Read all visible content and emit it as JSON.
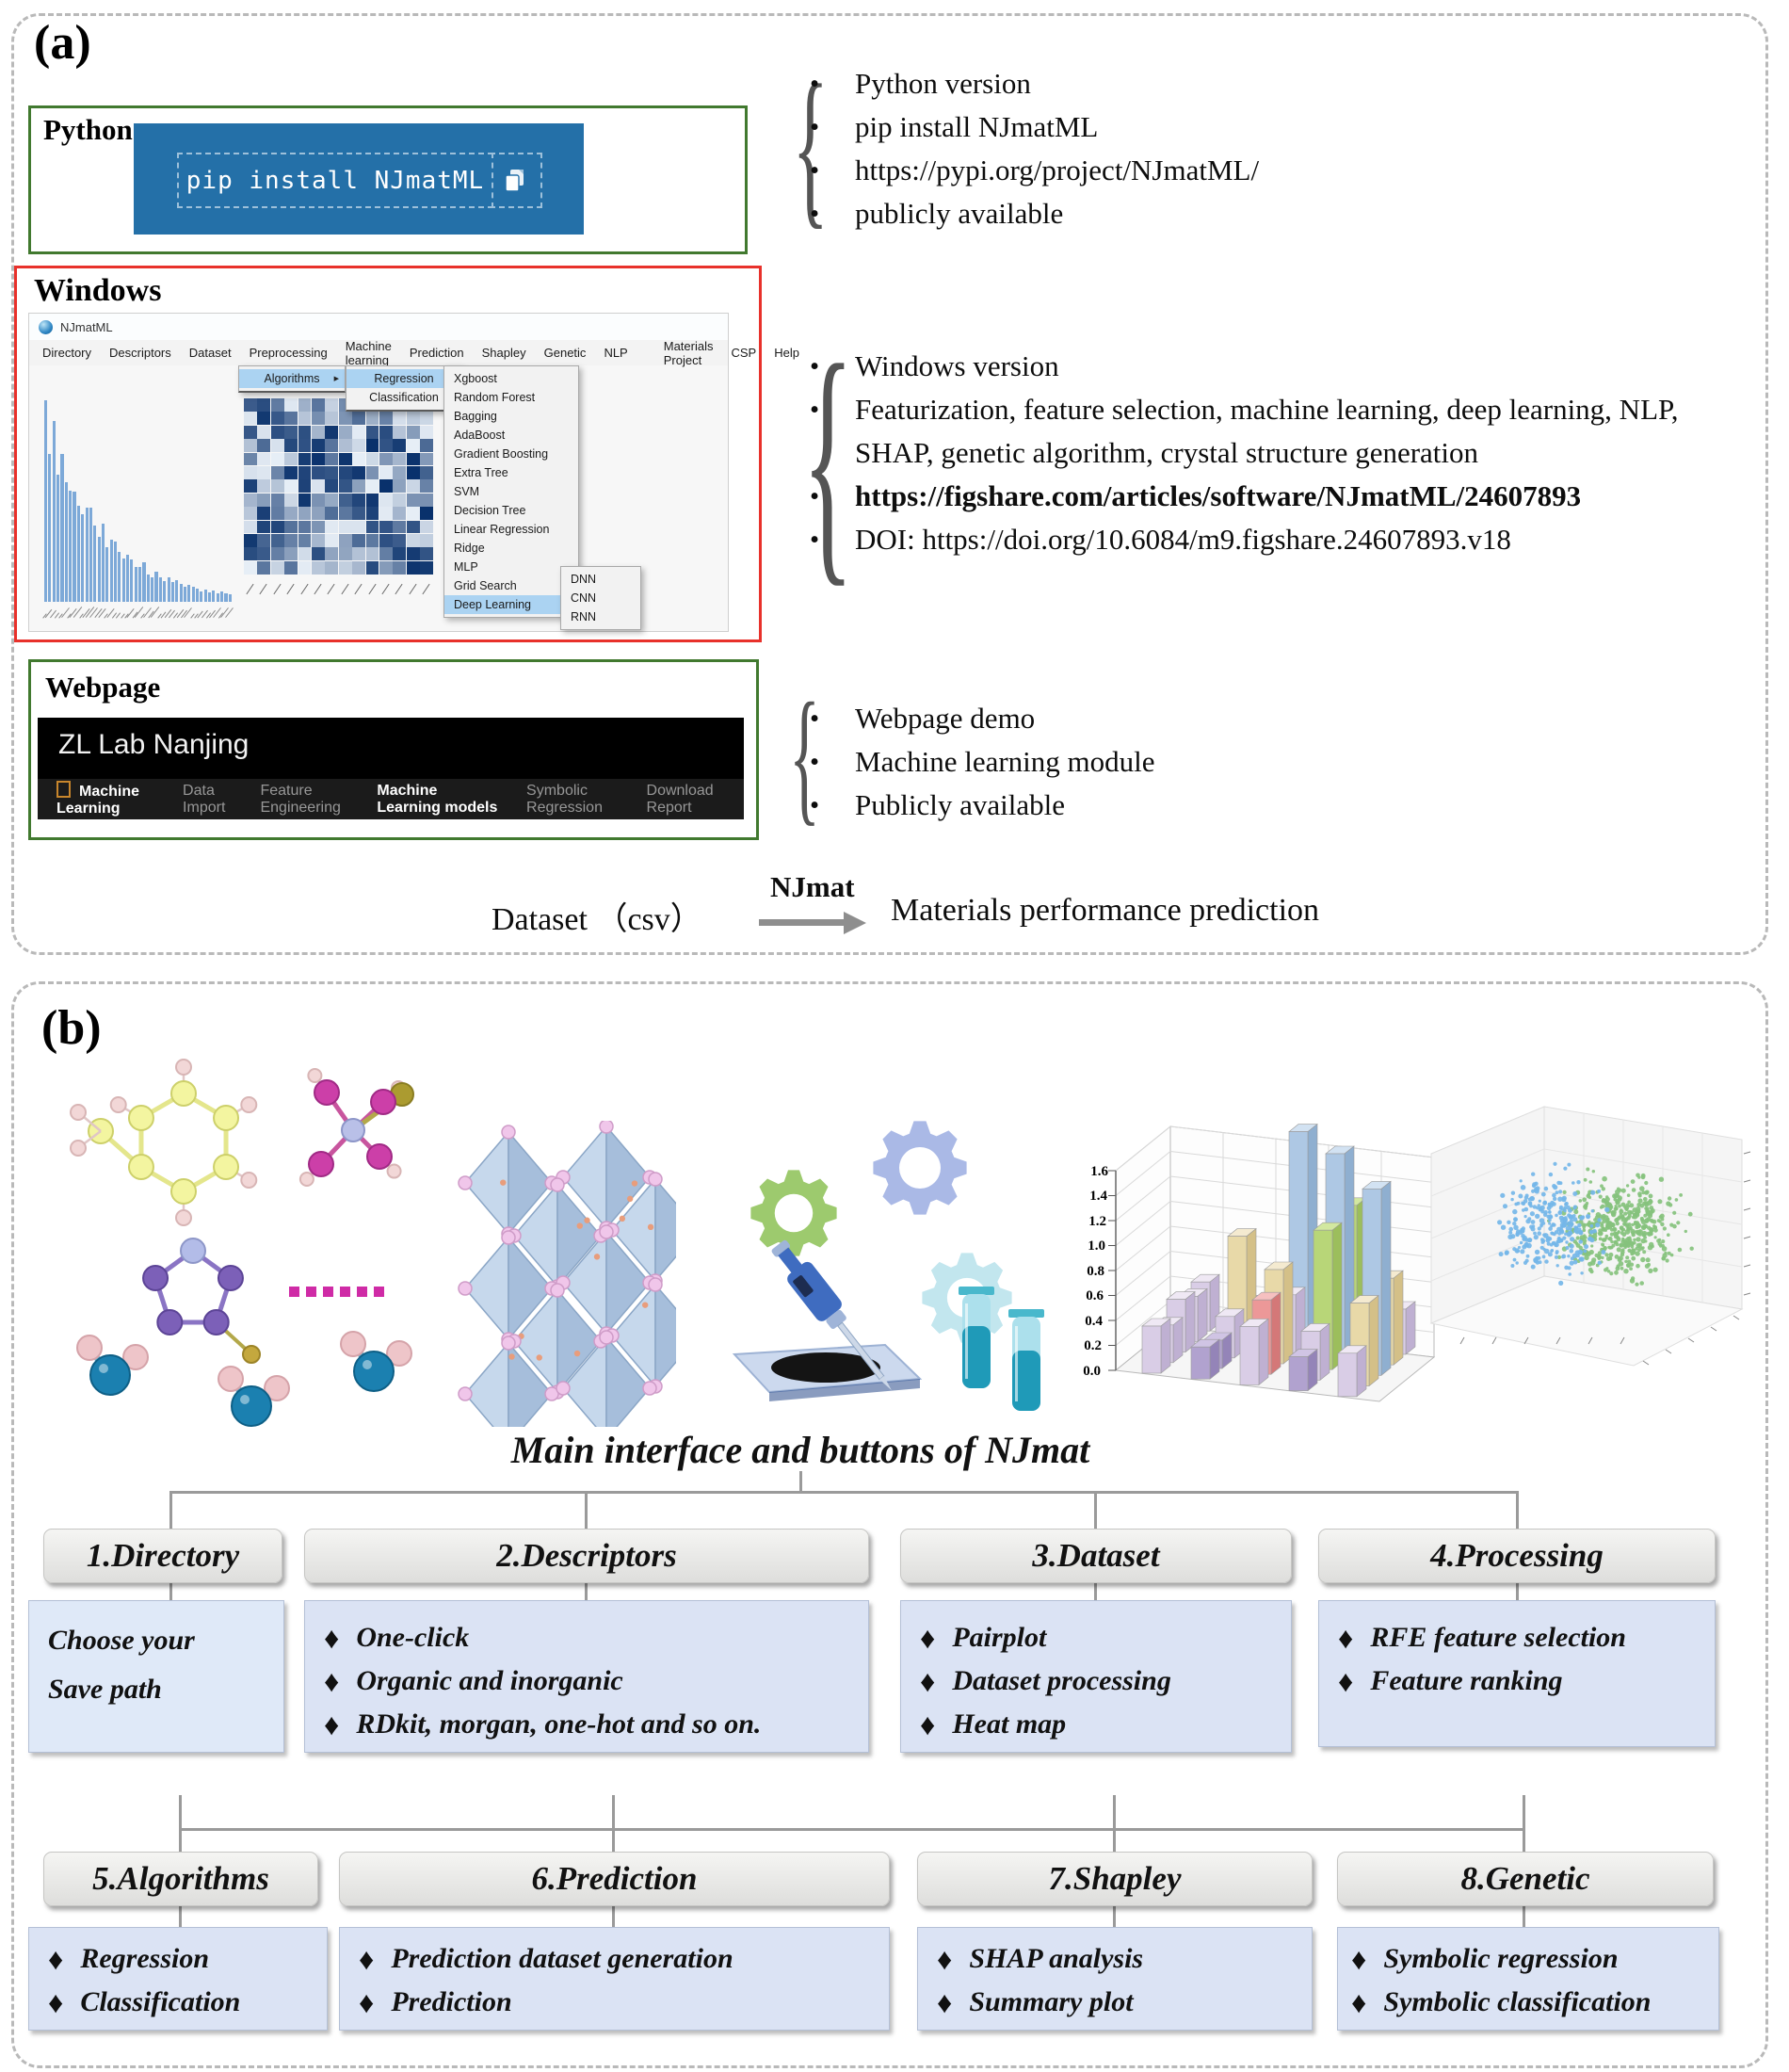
{
  "panel_a": {
    "label": "(a)",
    "python": {
      "title": "Python",
      "command": "pip install NJmatML",
      "bullets": [
        "Python version",
        "pip install NJmatML",
        "https://pypi.org/project/NJmatML/",
        "publicly available"
      ]
    },
    "windows": {
      "title": "Windows",
      "bullets": [
        "Windows version",
        "Featurization, feature selection, machine learning, deep learning, NLP, SHAP, genetic algorithm, crystal structure generation",
        "https://figshare.com/articles/software/NJmatML/24607893",
        "DOI: https://doi.org/10.6084/m9.figshare.24607893.v18"
      ],
      "app": {
        "window_title": "NJmatML",
        "menubar": [
          "Directory",
          "Descriptors",
          "Dataset",
          "Preprocessing",
          "Machine learning",
          "Prediction",
          "Shapley",
          "Genetic",
          "NLP"
        ],
        "menubar_right": [
          "Materials Project",
          "CSP",
          "Help"
        ],
        "menu_algorithms": "Algorithms",
        "submenu": [
          "Regression",
          "Classification"
        ],
        "algorithms": [
          "Xgboost",
          "Random Forest",
          "Bagging",
          "AdaBoost",
          "Gradient Boosting",
          "Extra Tree",
          "SVM",
          "Decision Tree",
          "Linear Regression",
          "Ridge",
          "MLP",
          "Grid Search",
          "Deep Learning"
        ],
        "deep_learning": [
          "DNN",
          "CNN",
          "RNN"
        ]
      }
    },
    "webpage": {
      "title": "Webpage",
      "site_title": "ZL Lab Nanjing",
      "nav": [
        "Machine Learning",
        "Data Import",
        "Feature Engineering",
        "Machine Learning models",
        "Symbolic Regression",
        "Download Report"
      ],
      "bullets": [
        "Webpage demo",
        "Machine learning module",
        "Publicly available"
      ]
    },
    "flow": {
      "input": "Dataset （csv）",
      "engine": "NJmat",
      "output": "Materials performance prediction"
    }
  },
  "panel_b": {
    "label": "(b)",
    "title": "Main interface and buttons of NJmat",
    "bar3d_ticks": [
      "1.6",
      "1.4",
      "1.2",
      "1.0",
      "0.8",
      "0.6",
      "0.4",
      "0.2",
      "0.0"
    ],
    "groups": [
      {
        "header": "1.Directory",
        "items": [
          "Choose your",
          "Save path"
        ]
      },
      {
        "header": "2.Descriptors",
        "items": [
          "One-click",
          "Organic and inorganic",
          "RDkit, morgan, one-hot and so on."
        ]
      },
      {
        "header": "3.Dataset",
        "items": [
          "Pairplot",
          "Dataset processing",
          "Heat map"
        ]
      },
      {
        "header": "4.Processing",
        "items": [
          "RFE feature selection",
          "Feature ranking"
        ]
      },
      {
        "header": "5.Algorithms",
        "items": [
          "Regression",
          "Classification"
        ]
      },
      {
        "header": "6.Prediction",
        "items": [
          "Prediction dataset generation",
          "Prediction"
        ]
      },
      {
        "header": "7.Shapley",
        "items": [
          "SHAP analysis",
          "Summary plot"
        ]
      },
      {
        "header": "8.Genetic",
        "items": [
          "Symbolic regression",
          "Symbolic classification"
        ]
      }
    ]
  }
}
